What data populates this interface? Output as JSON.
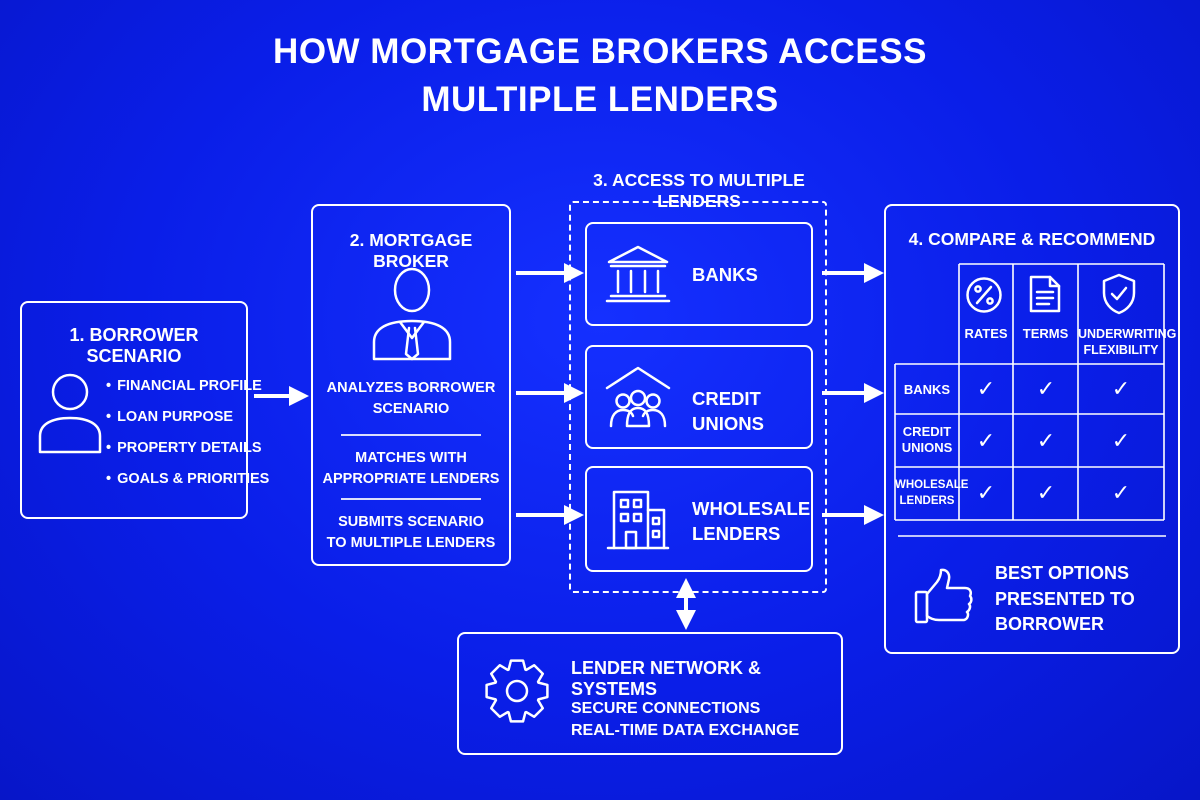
{
  "title": {
    "line1": "HOW MORTGAGE BROKERS ACCESS",
    "line2": "MULTIPLE LENDERS"
  },
  "borrower": {
    "heading": "1. BORROWER SCENARIO",
    "items": [
      "FINANCIAL PROFILE",
      "LOAN PURPOSE",
      "PROPERTY DETAILS",
      "GOALS & PRIORITIES"
    ]
  },
  "broker": {
    "heading": "2. MORTGAGE BROKER",
    "steps": [
      {
        "line1": "ANALYZES BORROWER",
        "line2": "SCENARIO"
      },
      {
        "line1": "MATCHES WITH",
        "line2": "APPROPRIATE LENDERS"
      },
      {
        "line1": "SUBMITS SCENARIO",
        "line2": "TO MULTIPLE LENDERS"
      }
    ]
  },
  "access": {
    "heading": "3. ACCESS TO MULTIPLE LENDERS",
    "lenders": [
      {
        "line1": "BANKS",
        "line2": ""
      },
      {
        "line1": "CREDIT UNIONS",
        "line2": ""
      },
      {
        "line1": "WHOLESALE",
        "line2": "LENDERS"
      }
    ]
  },
  "compare": {
    "heading": "4. COMPARE & RECOMMEND",
    "columns": [
      {
        "line1": "RATES",
        "line2": ""
      },
      {
        "line1": "TERMS",
        "line2": ""
      },
      {
        "line1": "UNDERWRITING",
        "line2": "FLEXIBILITY"
      }
    ],
    "rows": [
      {
        "line1": "BANKS",
        "line2": ""
      },
      {
        "line1": "CREDIT",
        "line2": "UNIONS"
      },
      {
        "line1": "WHOLESALE",
        "line2": "LENDERS"
      }
    ],
    "check_mark": "✓",
    "result": {
      "line1": "BEST OPTIONS",
      "line2": "PRESENTED TO",
      "line3": "BORROWER"
    }
  },
  "network": {
    "heading": "LENDER NETWORK & SYSTEMS",
    "line1": "SECURE CONNECTIONS",
    "line2": "REAL-TIME DATA EXCHANGE"
  },
  "colors": {
    "background": "#0a1ef0",
    "foreground": "#ffffff"
  },
  "icons": [
    "person-icon",
    "broker-person-icon",
    "bank-icon",
    "credit-union-icon",
    "office-building-icon",
    "percent-icon",
    "document-icon",
    "shield-check-icon",
    "thumbs-up-icon",
    "gear-icon"
  ]
}
